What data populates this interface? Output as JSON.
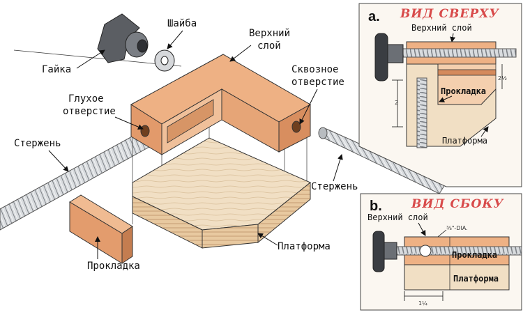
{
  "colors": {
    "wood": "#e9a678",
    "wood_dark": "#d58a5c",
    "wood_light": "#f0ddc0",
    "plywood_edge": "#c9a27a",
    "rod": "#cfd3d6",
    "knob": "#5b5e63",
    "title_red": "#d84a4a",
    "panel_bg": "#fbf7f1"
  },
  "main": {
    "labels": {
      "nut": "Гайка",
      "washer": "Шайба",
      "top_layer": [
        "Верхний",
        "слой"
      ],
      "through_hole": [
        "Сквозное",
        "отверстие"
      ],
      "blind_hole": [
        "Глухое",
        "отверстие"
      ],
      "rod_left": "Стержень",
      "rod_right": "Стержень",
      "platform": "Платформа",
      "spacer": "Прокладка"
    }
  },
  "panel_a": {
    "letter": "a.",
    "title": "ВИД СВЕРХУ",
    "top_layer": "Верхний слой",
    "spacer": "Прокладка",
    "platform": "Платформа",
    "dim_right": "2½",
    "dim_left": "2"
  },
  "panel_b": {
    "letter": "b.",
    "title": "ВИД СБОКУ",
    "top_layer": "Верхний слой",
    "hole_note": "⅜\"-DIA.",
    "spacer": "Прокладка",
    "platform": "Платформа",
    "dim_bottom": "1¼"
  }
}
